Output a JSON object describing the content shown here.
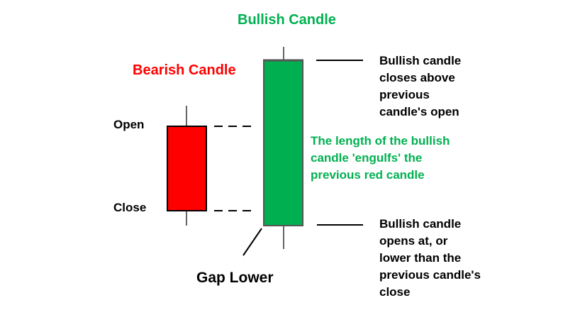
{
  "title_bullish": "Bullish Candle",
  "title_bearish": "Bearish Candle",
  "label_open": "Open",
  "label_close": "Close",
  "note_top": [
    "Bullish candle",
    "closes above",
    "previous",
    "candle's open"
  ],
  "note_middle": [
    "The length of the bullish",
    "candle 'engulfs' the",
    "previous red candle"
  ],
  "note_bottom": [
    "Bullish candle",
    "opens at, or",
    "lower than the",
    "previous candle's",
    "close"
  ],
  "label_gap": "Gap Lower",
  "colors": {
    "bullish": "#00b050",
    "bearish": "#ff0000"
  }
}
